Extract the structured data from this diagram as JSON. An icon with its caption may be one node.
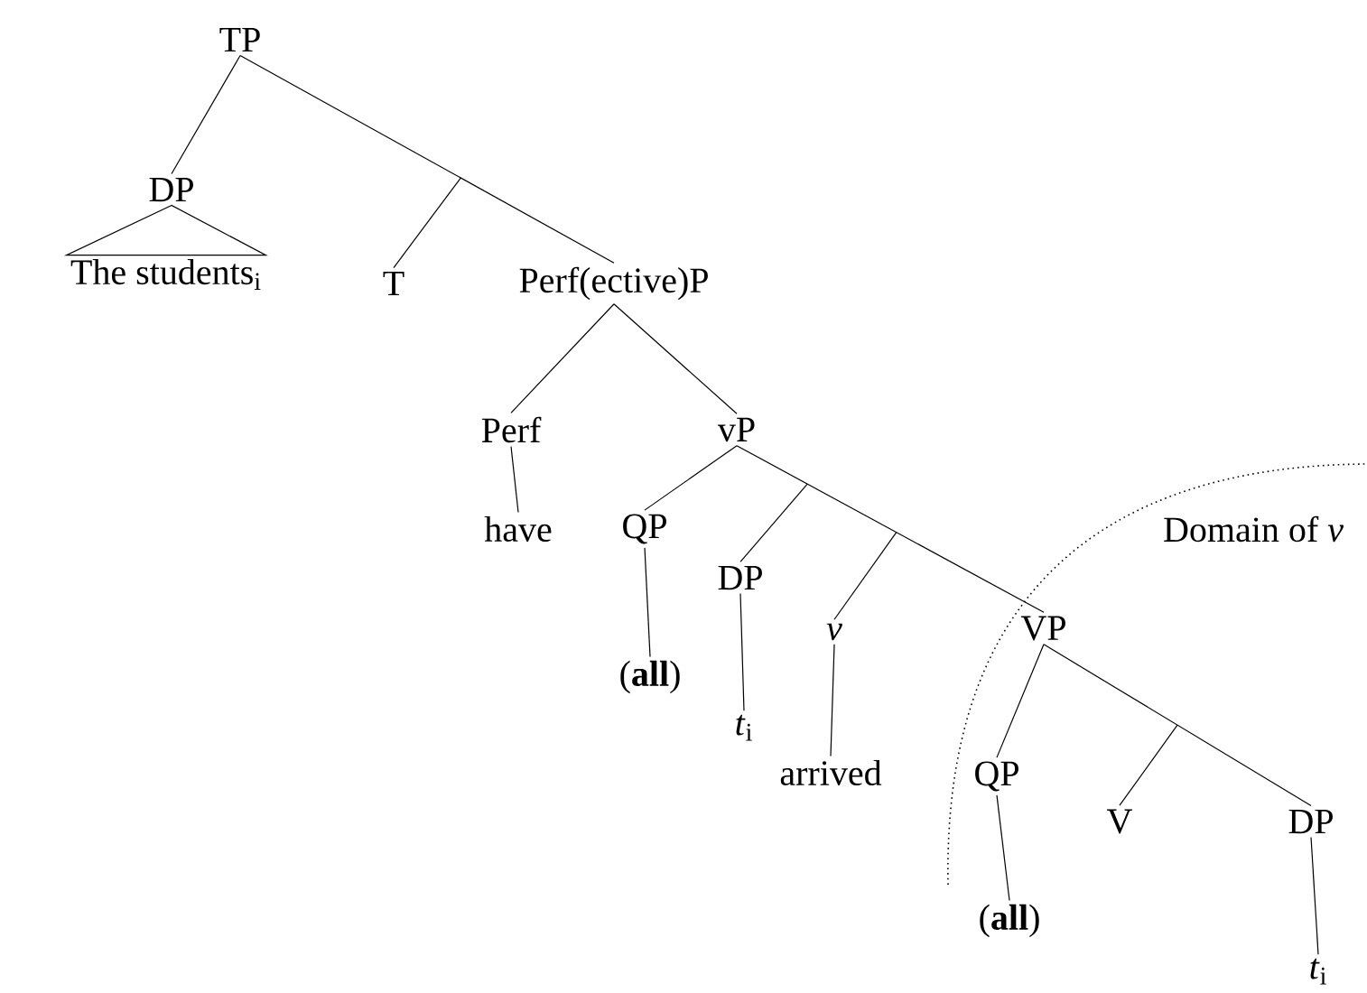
{
  "diagram": {
    "nodes": [
      {
        "text": [
          "TP"
        ]
      },
      {
        "text": [
          "DP"
        ]
      },
      {
        "text": [
          "The students$_{i}$"
        ]
      },
      {
        "text": [
          "T"
        ]
      },
      {
        "text": [
          "Perf(ective)P"
        ]
      },
      {
        "text": [
          "Perf"
        ]
      },
      {
        "text": [
          "vP"
        ]
      },
      {
        "text": [
          "have"
        ]
      },
      {
        "text": [
          "QP"
        ]
      },
      {
        "text": [
          "(**all**)"
        ]
      },
      {
        "text": [
          "DP"
        ]
      },
      {
        "text": [
          "*t*$_{i}$"
        ]
      },
      {
        "text": [
          "v"
        ]
      },
      {
        "text": [
          "arrived"
        ]
      },
      {
        "text": [
          "VP"
        ]
      },
      {
        "text": [
          "QP"
        ]
      },
      {
        "text": [
          "V"
        ]
      },
      {
        "text": [
          "DP"
        ]
      },
      {
        "text": [
          "(**all**)"
        ]
      },
      {
        "text": [
          "*t*$_{i}$"
        ]
      }
    ],
    "edges": [
      {
        "from": 0,
        "to": 1,
        "arrow": "none"
      },
      {
        "from": 1,
        "to": 2,
        "arrow": "none"
      },
      {
        "from": 0,
        "to": 4,
        "arrow": "none"
      },
      {
        "from": null,
        "to": 3,
        "arrow": "none"
      },
      {
        "from": 4,
        "to": 5,
        "arrow": "none"
      },
      {
        "from": 4,
        "to": 6,
        "arrow": "none"
      },
      {
        "from": 5,
        "to": 7,
        "arrow": "none"
      },
      {
        "from": 6,
        "to": 8,
        "arrow": "none"
      },
      {
        "from": 6,
        "to": 14,
        "arrow": "none"
      },
      {
        "from": null,
        "to": 10,
        "arrow": "none"
      },
      {
        "from": null,
        "to": 12,
        "arrow": "none"
      },
      {
        "from": 8,
        "to": 9,
        "arrow": "none"
      },
      {
        "from": 10,
        "to": 11,
        "arrow": "none"
      },
      {
        "from": 12,
        "to": 13,
        "arrow": "none"
      },
      {
        "from": 14,
        "to": 15,
        "arrow": "none"
      },
      {
        "from": 14,
        "to": 17,
        "arrow": "none"
      },
      {
        "from": null,
        "to": 16,
        "arrow": "none"
      },
      {
        "from": 15,
        "to": 18,
        "arrow": "none"
      },
      {
        "from": 17,
        "to": 19,
        "arrow": "none"
      }
    ],
    "labels": [
      "Domain of *v*"
    ]
  }
}
